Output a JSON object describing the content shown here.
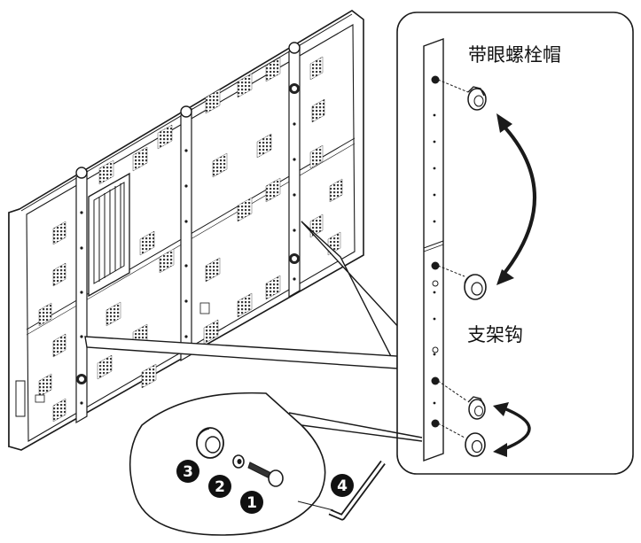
{
  "labels": {
    "eyebolt_cap": "带眼螺栓帽",
    "bracket_hook": "支架钩"
  },
  "steps": [
    "1",
    "2",
    "3",
    "4"
  ],
  "colors": {
    "line": "#1a1a1a",
    "vent": "#3a3a3a",
    "panel": "#ffffff",
    "badge": "#111111"
  }
}
